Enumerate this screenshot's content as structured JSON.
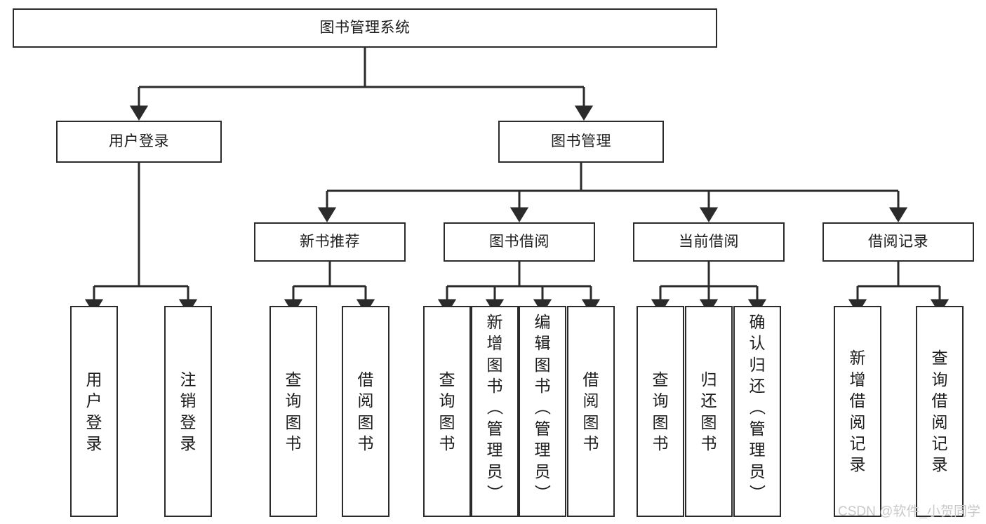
{
  "diagram": {
    "title": "图书管理系统",
    "type": "tree",
    "background_color": "#ffffff",
    "node_border_color": "#2b2b2b",
    "node_fill_color": "#ffffff",
    "edge_color": "#2b2b2b",
    "text_color": "#1c1c1c"
  },
  "nodes": {
    "root": {
      "label": "图书管理系统",
      "level": 1
    },
    "user_login": {
      "label": "用户登录",
      "level": 2
    },
    "book_manage": {
      "label": "图书管理",
      "level": 2
    },
    "new_book_rec": {
      "label": "新书推荐",
      "level": 3
    },
    "book_borrow": {
      "label": "图书借阅",
      "level": 3
    },
    "current_borrow": {
      "label": "当前借阅",
      "level": 3
    },
    "borrow_record": {
      "label": "借阅记录",
      "level": 3
    },
    "leaf_user_login": {
      "label": "用户登录",
      "level": 4
    },
    "leaf_logout": {
      "label": "注销登录",
      "level": 4
    },
    "leaf_query_book_1": {
      "label": "查询图书",
      "level": 4
    },
    "leaf_borrow_book_1": {
      "label": "借阅图书",
      "level": 4
    },
    "leaf_query_book_2": {
      "label": "查询图书",
      "level": 4
    },
    "leaf_add_book": {
      "label": "新增图书（管理员）",
      "level": 4
    },
    "leaf_edit_book": {
      "label": "编辑图书（管理员）",
      "level": 4
    },
    "leaf_borrow_book_2": {
      "label": "借阅图书",
      "level": 4
    },
    "leaf_query_book_3": {
      "label": "查询图书",
      "level": 4
    },
    "leaf_return_book": {
      "label": "归还图书",
      "level": 4
    },
    "leaf_confirm_return": {
      "label": "确认归还（管理员）",
      "level": 4
    },
    "leaf_add_record": {
      "label": "新增借阅记录",
      "level": 4
    },
    "leaf_query_record": {
      "label": "查询借阅记录",
      "level": 4
    }
  },
  "watermark": {
    "text": "CSDN @软件_小贺同学",
    "color": "#c9c9c9"
  }
}
